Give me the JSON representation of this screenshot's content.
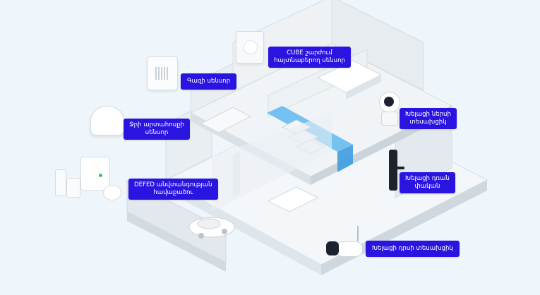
{
  "labels": {
    "cube_line1": "CUBE շարժում",
    "cube_line2": "հայտնաբերող սենսոր",
    "gas": "Գազի սենսոր",
    "water_line1": "Ջրի արտահոսքի",
    "water_line2": "սենսոր",
    "indoor_line1": "Խելացի ներսի",
    "indoor_line2": "տեսախցիկ",
    "lock_line1": "Խելացի դռան",
    "lock_line2": "փական",
    "kit_line1": "DEFED անվտանգության",
    "kit_line2": "հավաքածու",
    "outdoor": "Խելացի դրսի տեսախցիկ"
  },
  "colors": {
    "label_bg": "#2a14e0",
    "background": "#eef6fb",
    "accent_glow": "#5fb8f0"
  }
}
